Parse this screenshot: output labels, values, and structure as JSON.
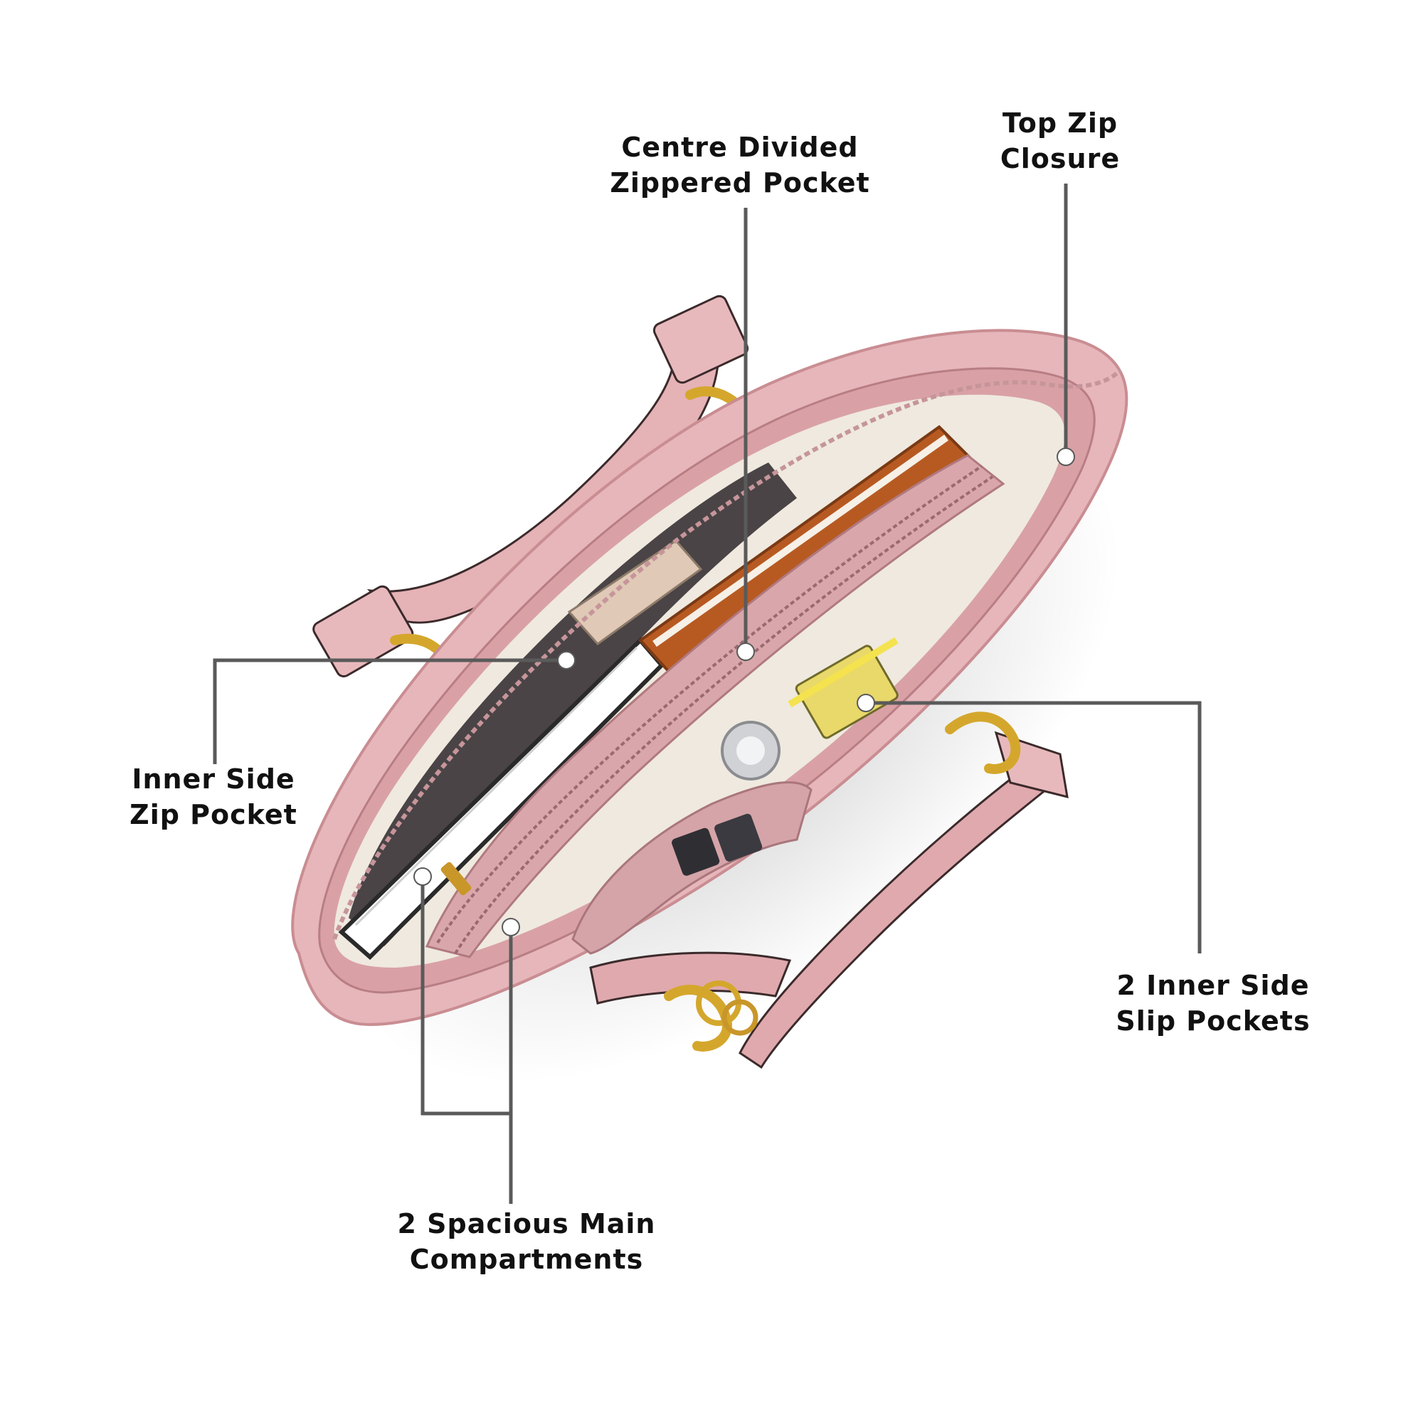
{
  "image": {
    "subject": "pink-tote-handbag-top-view",
    "colors": {
      "bag": "#e6b6ba",
      "bag_shadow": "#c98d92",
      "lining": "#efe9df",
      "hardware_gold": "#d4a72c",
      "leader_line": "#5a5a5a",
      "text": "#111111"
    }
  },
  "callouts": {
    "centre_divided": {
      "line1": "Centre Divided",
      "line2": "Zippered Pocket"
    },
    "top_zip": {
      "line1": "Top Zip",
      "line2": "Closure"
    },
    "inner_side_zip": {
      "line1": "Inner Side",
      "line2": "Zip Pocket"
    },
    "inner_slip": {
      "line1": "2 Inner Side",
      "line2": "Slip Pockets"
    },
    "main_compartments": {
      "line1": "2 Spacious Main",
      "line2": "Compartments"
    }
  }
}
